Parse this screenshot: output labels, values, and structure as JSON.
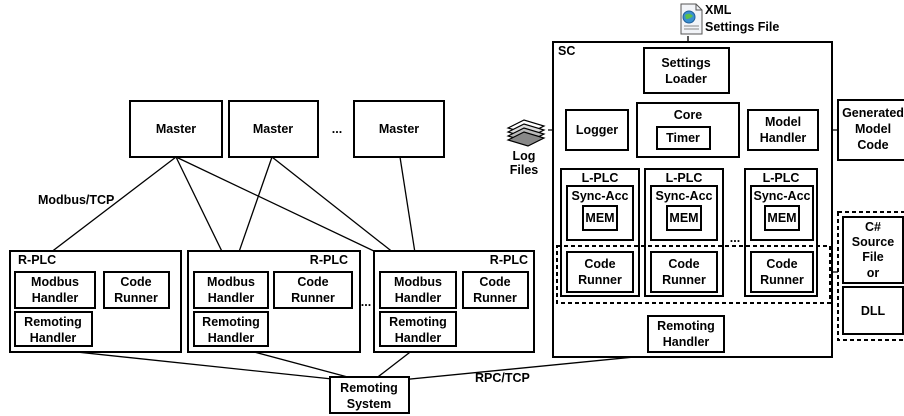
{
  "xml_label": [
    "XML",
    "Settings File"
  ],
  "sc_label": "SC",
  "settings_loader": [
    "Settings",
    "Loader"
  ],
  "core": "Core",
  "timer": "Timer",
  "logger": "Logger",
  "model_handler": [
    "Model",
    "Handler"
  ],
  "generated_model_code": [
    "Generated",
    "Model",
    "Code"
  ],
  "log_files": [
    "Log",
    "Files"
  ],
  "lplc": "L-PLC",
  "sync_acc": "Sync-Acc",
  "mem": "MEM",
  "code_runner": [
    "Code",
    "Runner"
  ],
  "remoting_handler": [
    "Remoting",
    "Handler"
  ],
  "csharp_source": [
    "C#",
    "Source",
    "File",
    "or"
  ],
  "dll": "DLL",
  "master": "Master",
  "ellipsis": "...",
  "modbus_tcp": "Modbus/TCP",
  "rplc": "R-PLC",
  "modbus_handler": [
    "Modbus",
    "Handler"
  ],
  "remoting_system": [
    "Remoting",
    "System"
  ],
  "rpc_tcp": "RPC/TCP"
}
